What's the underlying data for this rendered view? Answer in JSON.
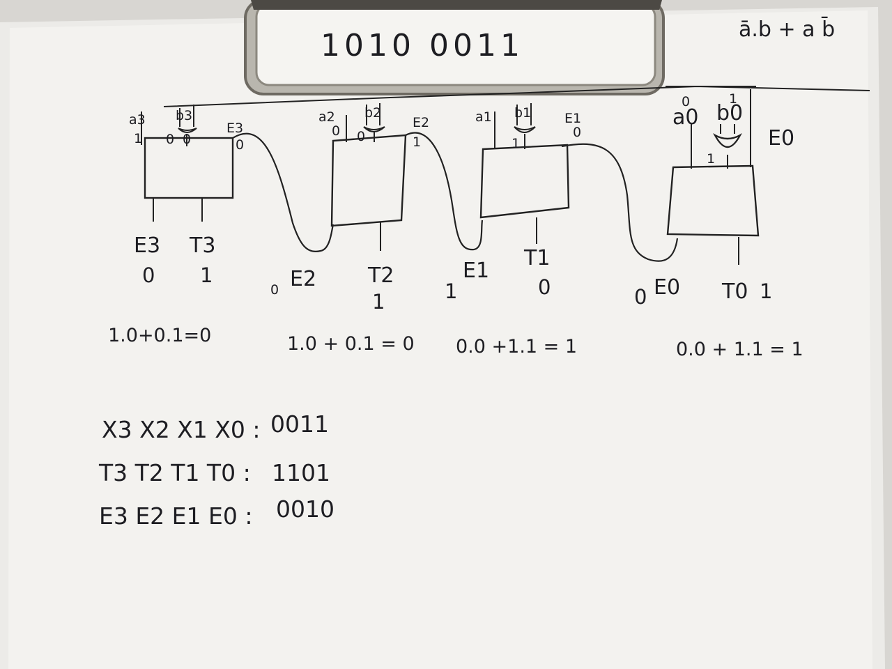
{
  "clipboard_note": "1010 0011",
  "formula": "ā.b + a b̄",
  "stages": [
    {
      "a": "a3",
      "b": "b3",
      "a_bit": "1",
      "gate_in": [
        "0",
        "0"
      ],
      "e_in": "E3",
      "e_in_bit": "0",
      "e_out": "E3",
      "e_out_bit": "0",
      "t_out": "T3",
      "t_out_bit": "1",
      "equation": "1.0+0.1=0"
    },
    {
      "a": "a2",
      "b": "b2",
      "a_bit": "0",
      "gate_in": [
        "0",
        ""
      ],
      "e_in": "E2",
      "e_in_bit": "1",
      "e_out": "E2",
      "e_out_bit": "0",
      "t_out": "T2",
      "t_out_bit": "1",
      "equation": "1.0 + 0.1 = 0"
    },
    {
      "a": "a1",
      "b": "b1",
      "a_bit": "",
      "gate_in": [
        "1",
        ""
      ],
      "e_in": "E1",
      "e_in_bit": "0",
      "e_out": "E1",
      "e_out_bit": "1",
      "t_out": "T1",
      "t_out_bit": "0",
      "equation": "0.0 +1.1 = 1"
    },
    {
      "a": "a0",
      "b": "b0",
      "a_bit": "0",
      "b_bit": "1",
      "gate_in": [
        "1",
        ""
      ],
      "e_in": "E0",
      "e_out": "E0",
      "e_out_bit": "0",
      "t_out": "T0",
      "t_out_bit": "1",
      "equation": "0.0 + 1.1 = 1"
    }
  ],
  "summary": [
    {
      "label": "X3 X2 X1 X0 :",
      "value": "0011"
    },
    {
      "label": "T3 T2 T1 T0 :",
      "value": "1101"
    },
    {
      "label": "E3 E2 E1 E0 :",
      "value": "0010"
    }
  ]
}
